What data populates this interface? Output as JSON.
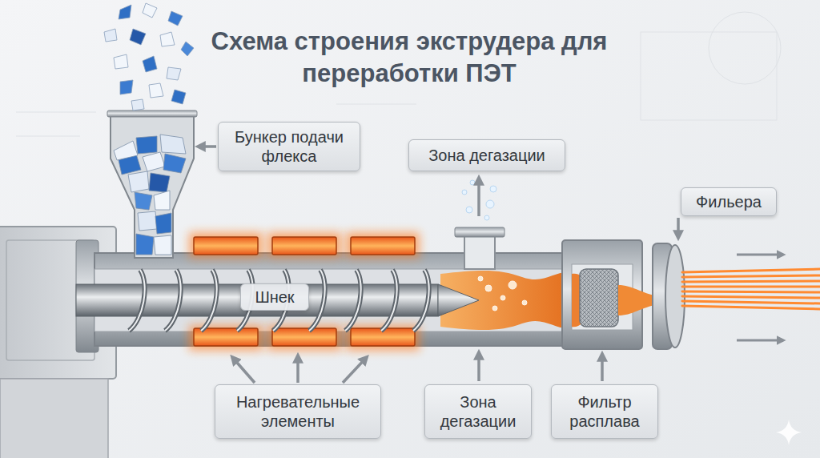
{
  "diagram": {
    "title": "Схема строения экструдера для переработки ПЭТ",
    "nodes": [
      {
        "text": [
          "Бункер подачи флекса"
        ]
      },
      {
        "text": [
          "Зона дегазации"
        ]
      },
      {
        "text": [
          "Фильера"
        ]
      },
      {
        "text": [
          "Шнек"
        ]
      },
      {
        "text": [
          "Нагревательные элементы"
        ]
      },
      {
        "text": [
          "Зона дегазации"
        ]
      },
      {
        "text": [
          "Фильтр расплава"
        ]
      }
    ]
  }
}
